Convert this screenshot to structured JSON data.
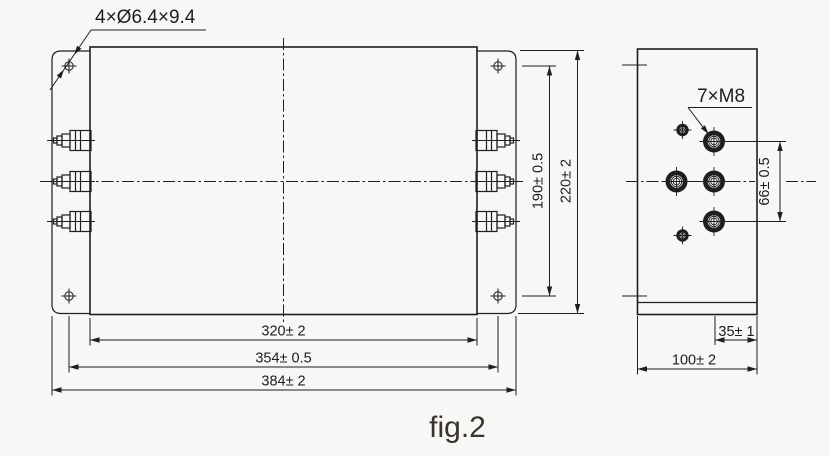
{
  "colors": {
    "background": "#f7f7f5",
    "line": "#1e1e1e",
    "caption_text": "#3a322e"
  },
  "front_view": {
    "hole_callout": "4×Ø6.4×9.4",
    "dims": {
      "hole_spacing_v": "190± 0.5",
      "height": "220± 2",
      "body_width": "320± 2",
      "hole_spacing_h": "354± 0.5",
      "total_width": "384± 2"
    }
  },
  "side_view": {
    "terminal_callout": "7×M8",
    "dims": {
      "terminal_spacing": "66± 0.5",
      "terminal_to_edge": "35± 1",
      "depth": "100± 2"
    }
  },
  "caption": "fig.2"
}
